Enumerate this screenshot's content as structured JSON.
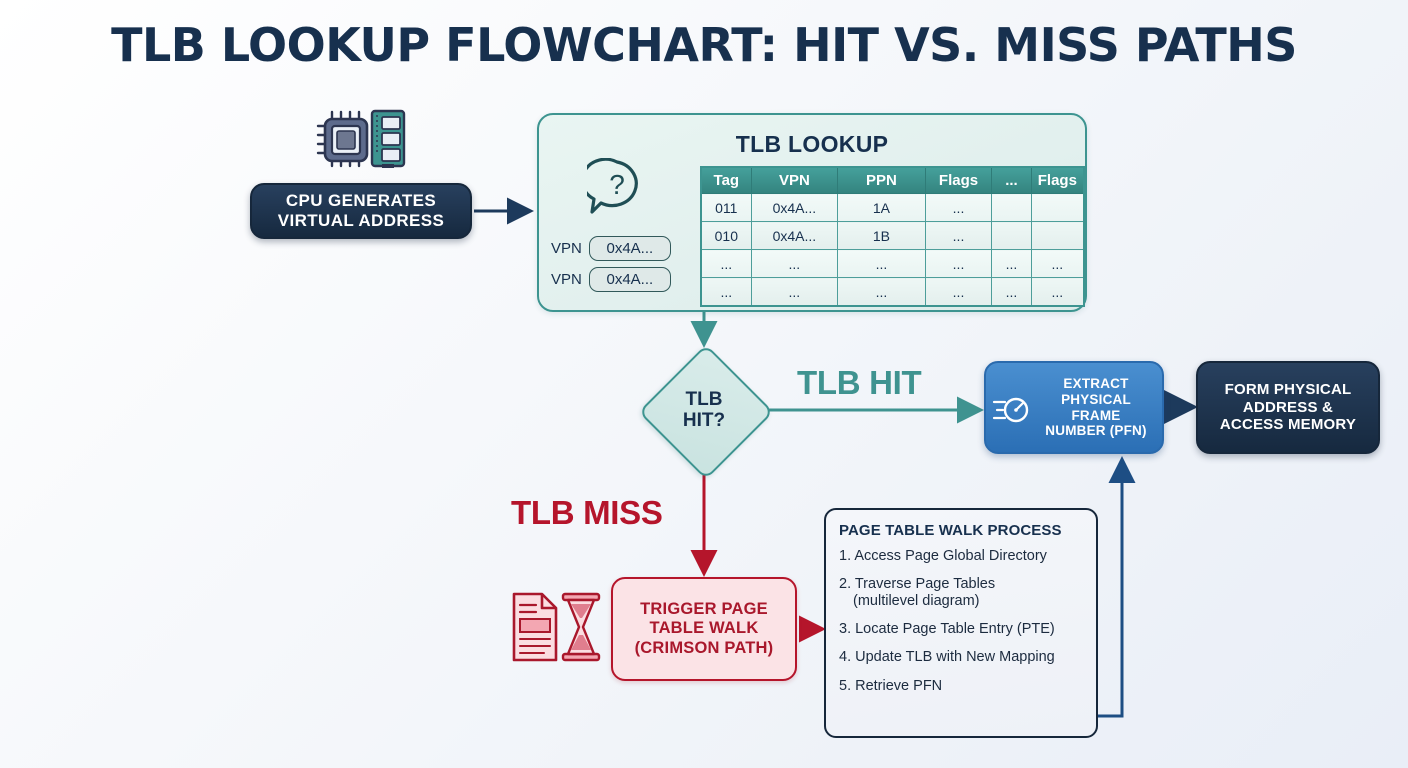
{
  "page": {
    "title": "TLB LOOKUP FLOWCHART: HIT VS. MISS PATHS",
    "background_color": "#f4f6fa"
  },
  "colors": {
    "navy": "#17304e",
    "teal": "#3d9490",
    "teal_header": "#34847f",
    "blue": "#2b6fb5",
    "crimson": "#b5152b",
    "crimson_fill": "#fbe3e6",
    "mint_fill": "#e4f1ef"
  },
  "cpu": {
    "label": "CPU GENERATES\nVIRTUAL ADDRESS",
    "line1": "CPU GENERATES",
    "line2": "VIRTUAL ADDRESS",
    "icon": "cpu-chip-ram-icon"
  },
  "tlb_panel": {
    "heading": "TLB LOOKUP",
    "question_icon": "question-speech-bubble-icon",
    "inputs": [
      {
        "label": "VPN",
        "value": "0x4A..."
      },
      {
        "label": "VPN",
        "value": "0x4A..."
      }
    ],
    "table": {
      "headers": [
        "Tag",
        "VPN",
        "PPN",
        "Flags",
        "...",
        "Flags"
      ],
      "rows": [
        [
          "011",
          "0x4A...",
          "1A",
          "...",
          "",
          ""
        ],
        [
          "010",
          "0x4A...",
          "1B",
          "...",
          "",
          ""
        ],
        [
          "...",
          "...",
          "...",
          "...",
          "...",
          "..."
        ],
        [
          "...",
          "...",
          "...",
          "...",
          "...",
          "..."
        ]
      ]
    }
  },
  "decision": {
    "line1": "TLB",
    "line2": "HIT?"
  },
  "paths": {
    "hit_label": "TLB HIT",
    "miss_label": "TLB MISS"
  },
  "pfn_box": {
    "line1": "EXTRACT",
    "line2": "PHYSICAL",
    "line3": "FRAME",
    "line4": "NUMBER (PFN)",
    "icon": "speedometer-icon"
  },
  "form_box": {
    "line1": "FORM PHYSICAL",
    "line2": "ADDRESS &",
    "line3": "ACCESS MEMORY"
  },
  "trigger_box": {
    "line1": "TRIGGER PAGE",
    "line2": "TABLE WALK",
    "line3": "(CRIMSON PATH)",
    "icon": "document-hourglass-icon"
  },
  "ptw_panel": {
    "title": "PAGE TABLE WALK PROCESS",
    "steps": [
      {
        "text": "1. Access Page Global Directory",
        "sub": ""
      },
      {
        "text": "2. Traverse Page Tables",
        "sub": "(multilevel diagram)"
      },
      {
        "text": "3. Locate Page Table Entry (PTE)",
        "sub": ""
      },
      {
        "text": "4. Update TLB with New Mapping",
        "sub": ""
      },
      {
        "text": "5. Retrieve PFN",
        "sub": ""
      }
    ]
  }
}
